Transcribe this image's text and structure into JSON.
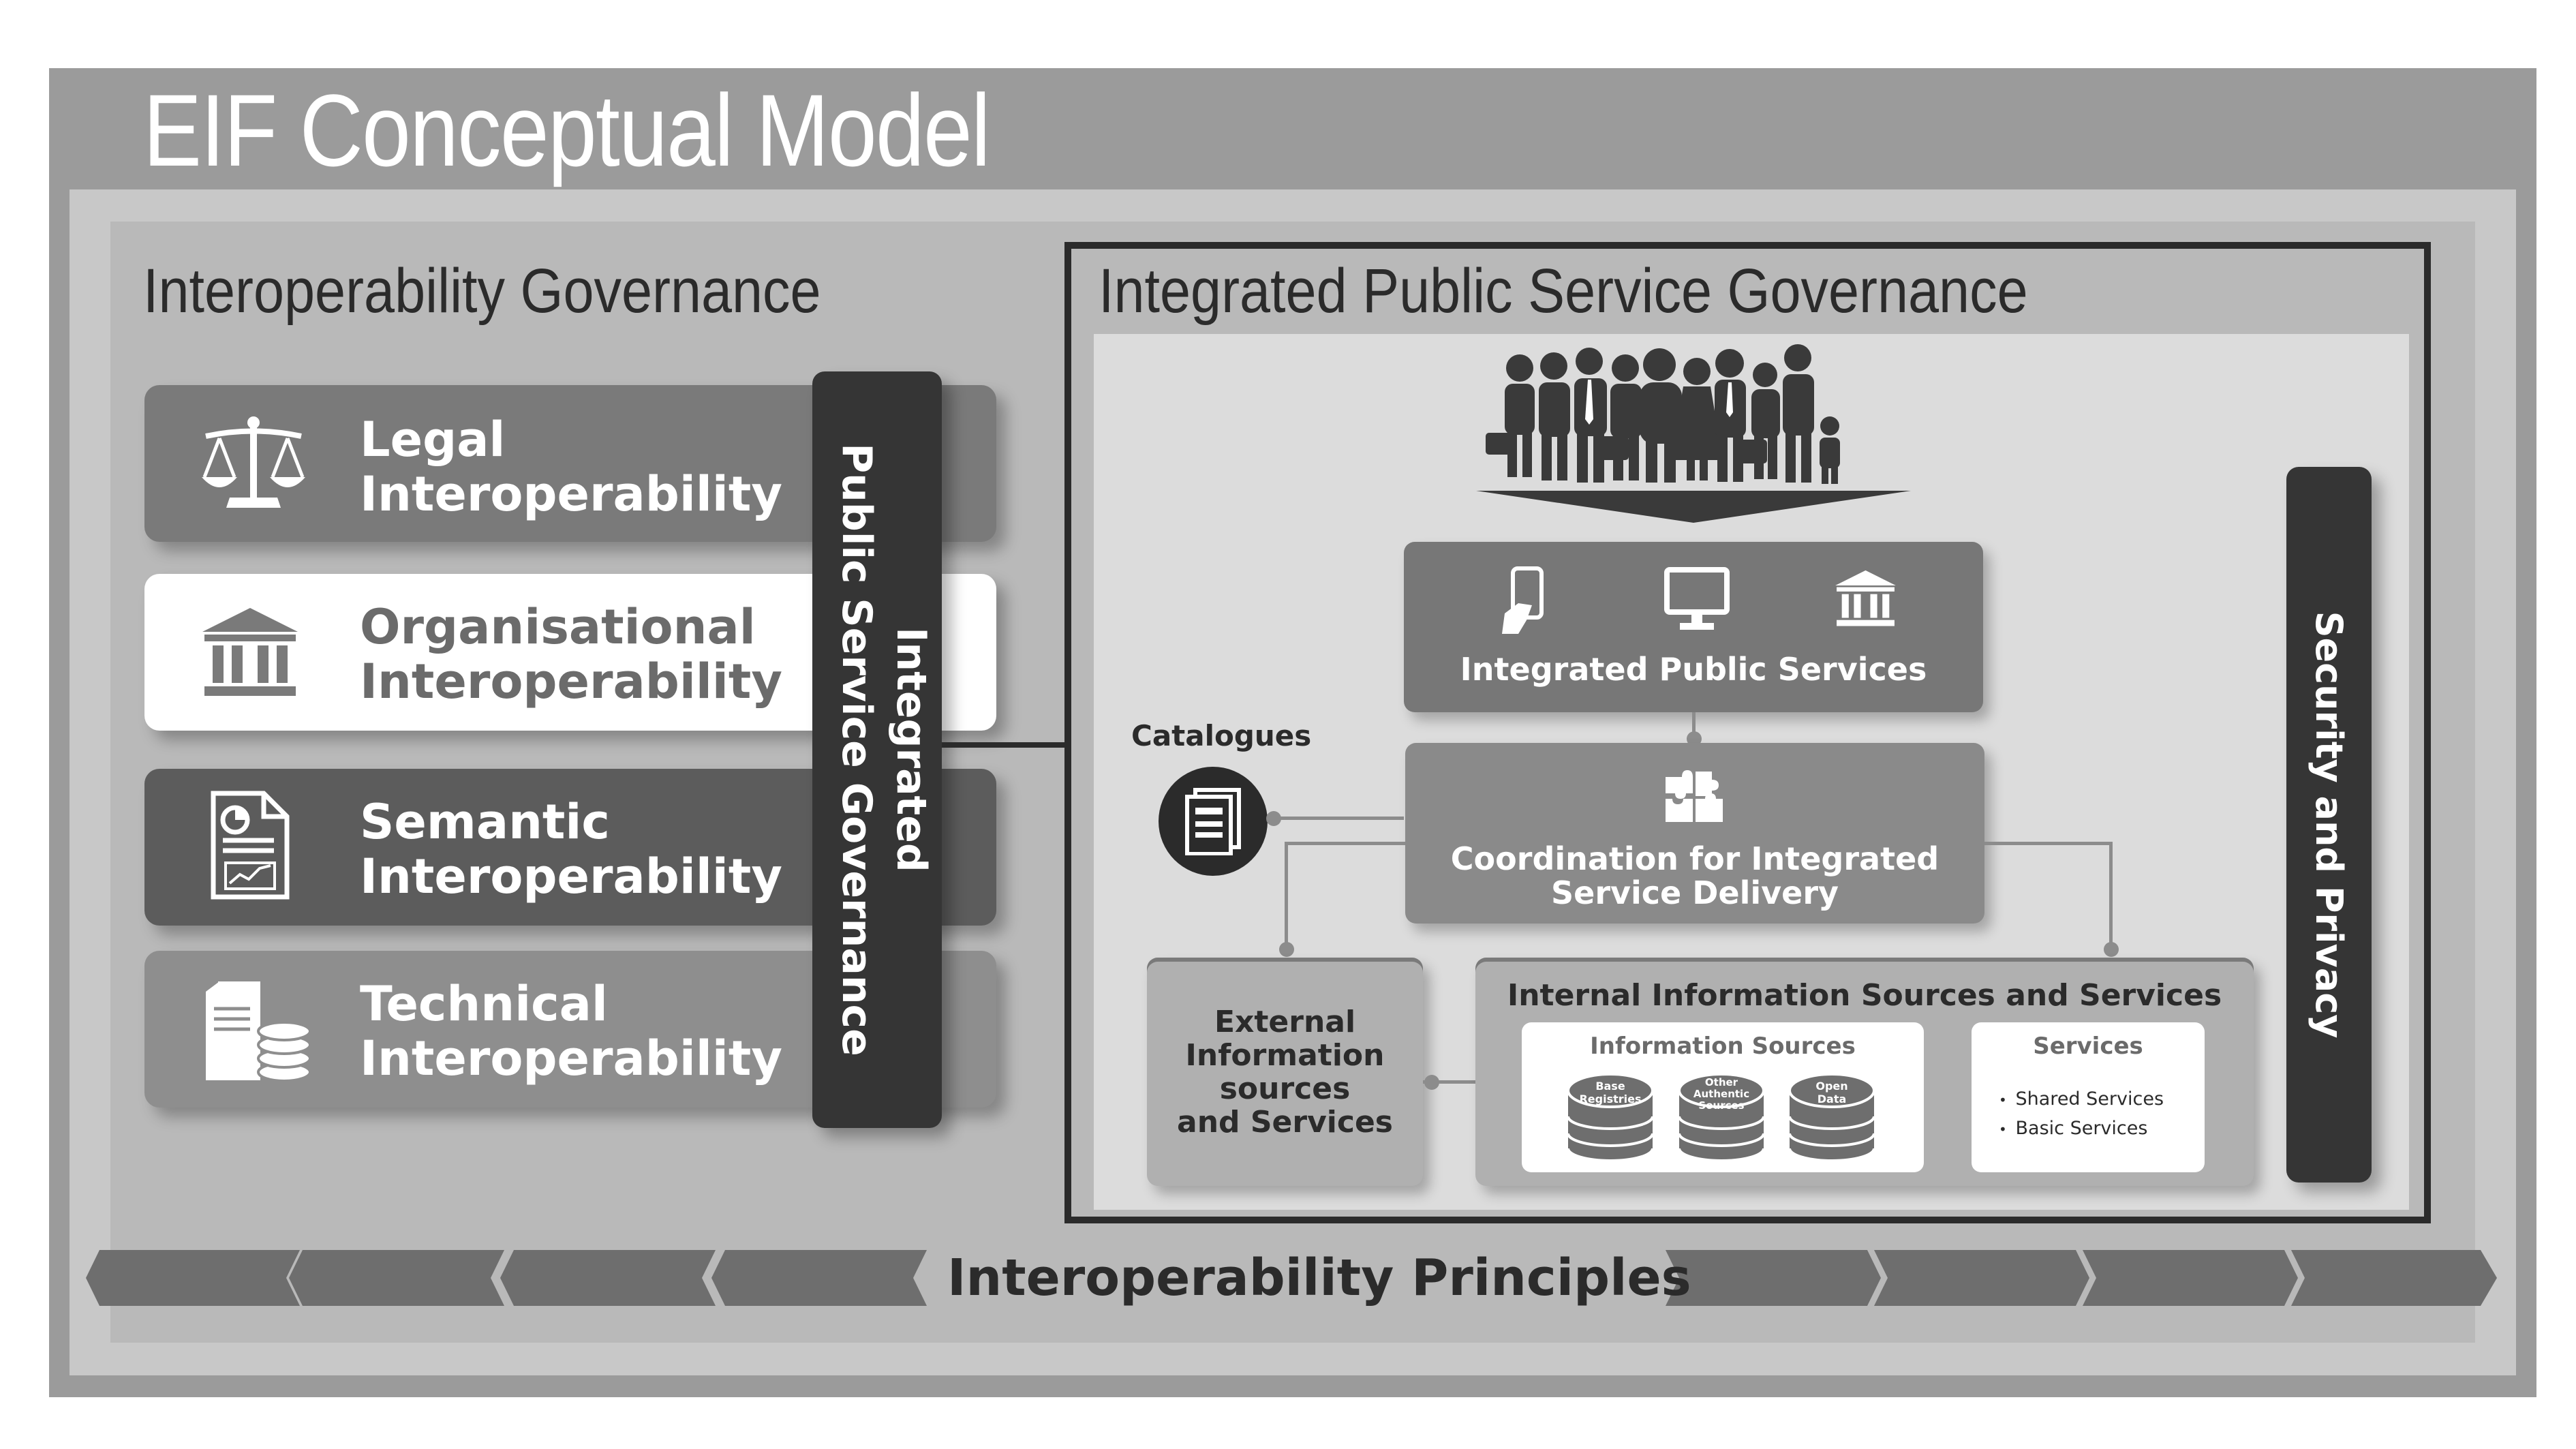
{
  "title": "EIF Conceptual Model",
  "interoperability_governance": {
    "title": "Interoperability Governance",
    "layers": [
      {
        "line1": "Legal",
        "line2": "Interoperability",
        "icon": "scales-icon"
      },
      {
        "line1": "Organisational",
        "line2": "Interoperability",
        "icon": "institution-icon"
      },
      {
        "line1": "Semantic",
        "line2": "Interoperability",
        "icon": "document-chart-icon"
      },
      {
        "line1": "Technical",
        "line2": "Interoperability",
        "icon": "server-database-icon"
      }
    ],
    "vertical_bar": {
      "line1": "Integrated",
      "line2": "Public Service Governance"
    }
  },
  "integrated_governance": {
    "title": "Integrated Public Service Governance",
    "people_icon": "people-group-icon",
    "integrated_services": "Integrated Public Services",
    "service_icons": [
      "mobile-phone-icon",
      "computer-monitor-icon",
      "institution-icon"
    ],
    "catalogues": "Catalogues",
    "coordination": {
      "line1": "Coordination for Integrated",
      "line2": "Service Delivery"
    },
    "external": {
      "line1": "External",
      "line2": "Information",
      "line3": "sources",
      "line4": "and Services"
    },
    "internal": {
      "title": "Internal Information Sources and Services",
      "info_sources": {
        "title": "Information Sources",
        "items": [
          {
            "line1": "Base",
            "line2": "Registries",
            "line3": ""
          },
          {
            "line1": "Other",
            "line2": "Authentic",
            "line3": "Sources"
          },
          {
            "line1": "Open",
            "line2": "Data",
            "line3": ""
          }
        ]
      },
      "services": {
        "title": "Services",
        "items": [
          "Shared Services",
          "Basic Services"
        ]
      }
    },
    "security": "Security and Privacy"
  },
  "principles": "Interoperability Principles",
  "colors": {
    "dark": "#353535",
    "mid": "#777777",
    "light": "#e0e0e0",
    "white": "#ffffff"
  }
}
